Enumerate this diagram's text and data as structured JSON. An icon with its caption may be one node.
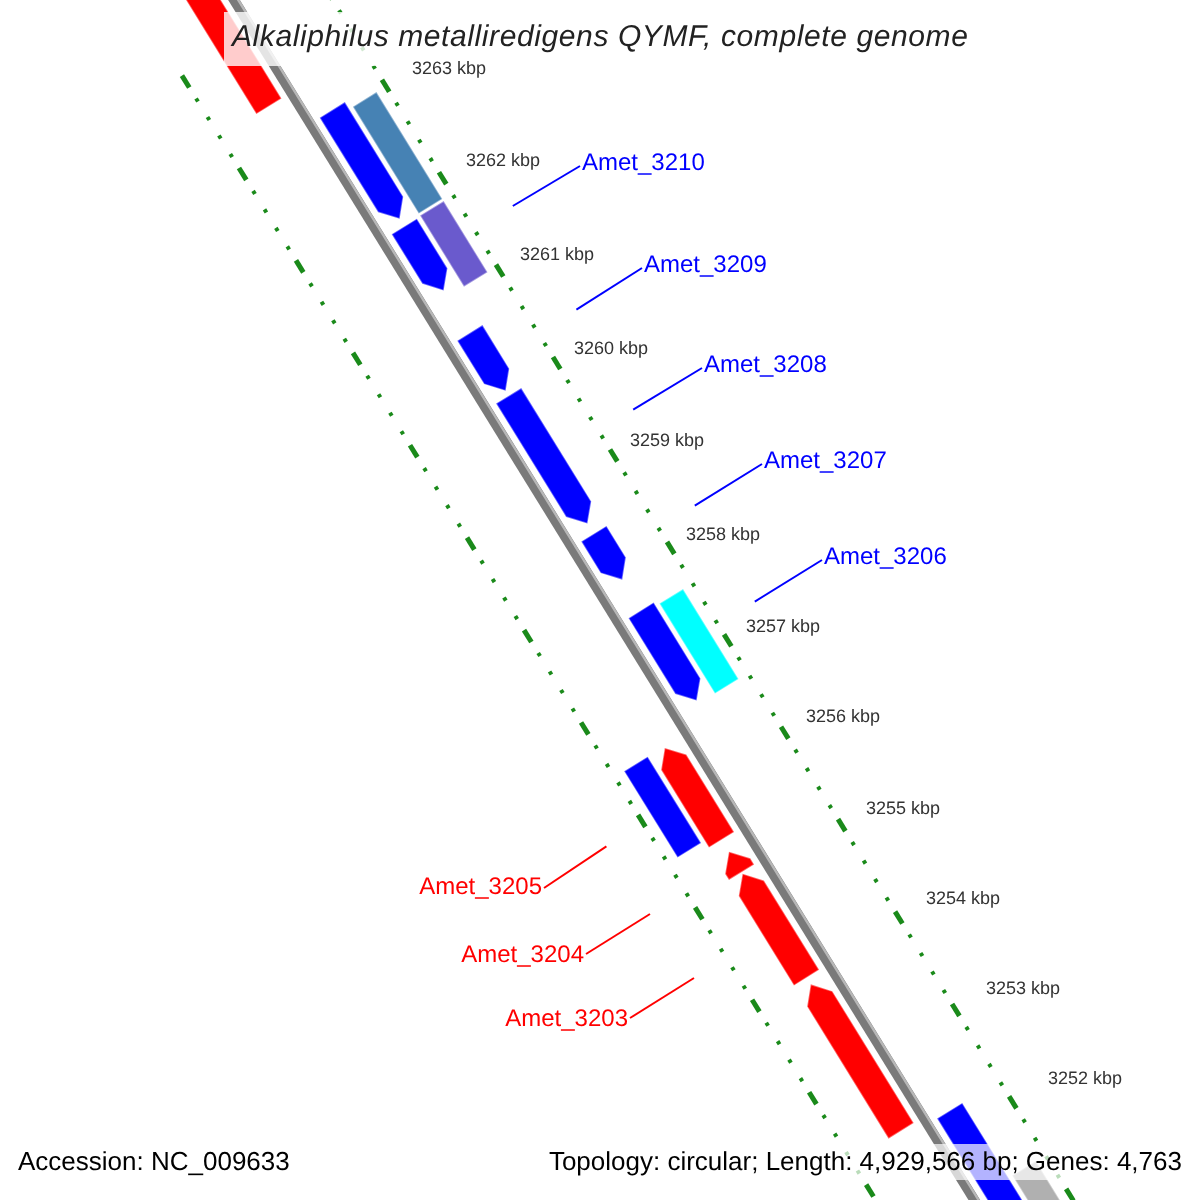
{
  "diagram": {
    "title": "Alkaliphilus metalliredigens QYMF, complete genome",
    "nodes": [
      {
        "text": [
          "Amet_3210"
        ]
      },
      {
        "text": [
          "Amet_3209"
        ]
      },
      {
        "text": [
          "Amet_3208"
        ]
      },
      {
        "text": [
          "Amet_3207"
        ]
      },
      {
        "text": [
          "Amet_3206"
        ]
      },
      {
        "text": [
          "Amet_3205"
        ]
      },
      {
        "text": [
          "Amet_3204"
        ]
      },
      {
        "text": [
          "Amet_3203"
        ]
      }
    ],
    "edges": [
      {
        "from": 0,
        "to": null,
        "arrow": "none"
      },
      {
        "from": 1,
        "to": null,
        "arrow": "none"
      },
      {
        "from": 2,
        "to": null,
        "arrow": "none"
      },
      {
        "from": 3,
        "to": null,
        "arrow": "none"
      },
      {
        "from": 4,
        "to": null,
        "arrow": "none"
      },
      {
        "from": 5,
        "to": null,
        "arrow": "none",
        "color": "#ff0000"
      },
      {
        "from": 6,
        "to": null,
        "arrow": "none",
        "color": "#ff0000"
      },
      {
        "from": 7,
        "to": null,
        "arrow": "none",
        "color": "#ff0000"
      }
    ],
    "labels": [
      "3263 kbp",
      "3262 kbp",
      "3261 kbp",
      "3260 kbp",
      "3259 kbp",
      "3258 kbp",
      "3257 kbp",
      "3256 kbp",
      "3255 kbp",
      "3254 kbp",
      "3253 kbp",
      "3252 kbp",
      "Accession: NC_009633",
      "Topology: circular; Length: 4,929,566 bp; Genes: 4,763"
    ]
  }
}
